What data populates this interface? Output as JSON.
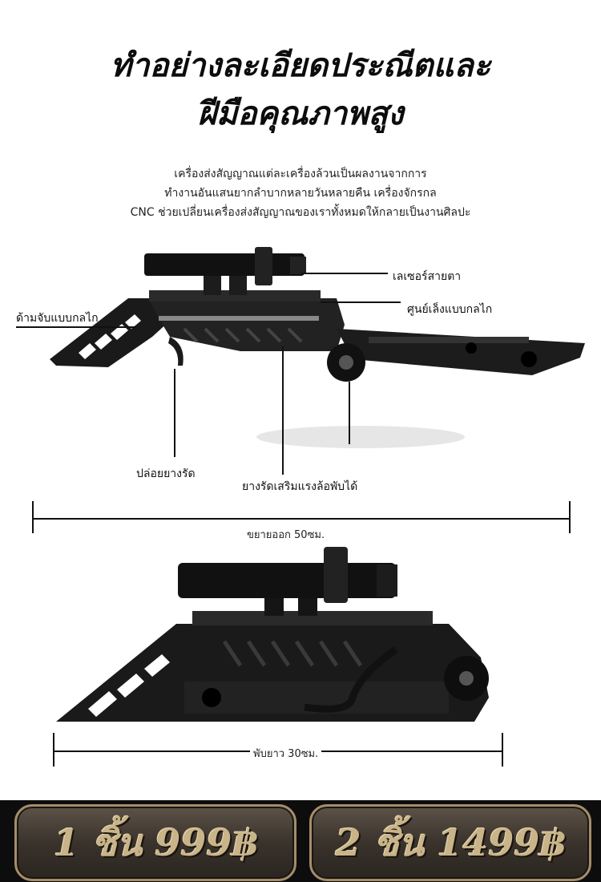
{
  "headline": {
    "line1": "ทำอย่างละเอียดประณีตและ",
    "line2": "ฝีมือคุณภาพสูง"
  },
  "description": {
    "line1": "เครื่องส่งสัญญาณแต่ละเครื่องล้วนเป็นผลงานจากการ",
    "line2": "ทำงานอันแสนยากลำบากหลายวันหลายคืน เครื่องจักรกล",
    "line3": "CNC ช่วยเปลี่ยนเครื่องส่งสัญญาณของเราทั้งหมดให้กลายเป็นงานศิลปะ"
  },
  "callouts": {
    "laser": "เลเซอร์สายตา",
    "sight": "ศูนย์เล็งแบบกลไก",
    "handle": "ด้ามจับแบบกลไก",
    "release": "ปล่อยยางรัด",
    "rubber": "ยางรัดเสริมแรงล้อพับได้"
  },
  "dimensions": {
    "extended": "ขยายออก 50ซม.",
    "folded": "พับยาว 30ซม."
  },
  "prices": {
    "one": "1 ชิ้น 999฿",
    "two": "2 ชิ้น 1499฿"
  },
  "colors": {
    "product": "#1a1a1a",
    "price_gold": "#c9b48a",
    "price_border": "#a58d6a"
  }
}
